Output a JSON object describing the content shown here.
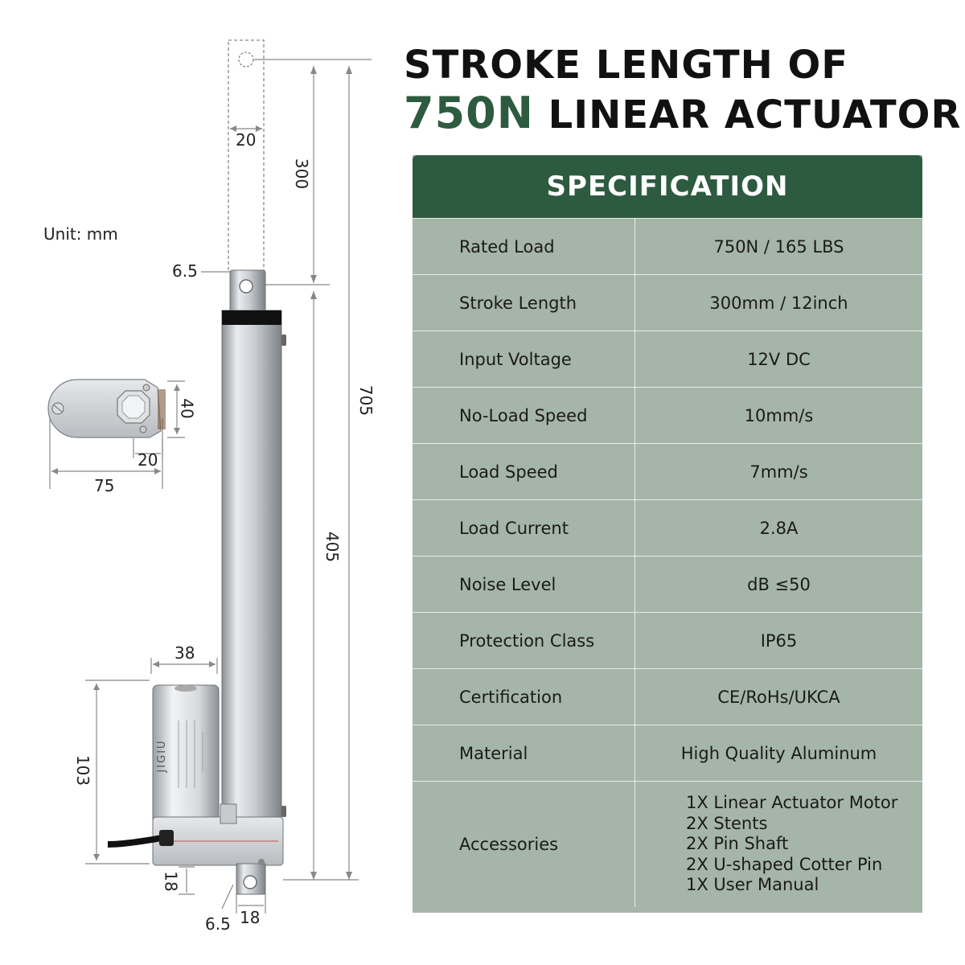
{
  "title": {
    "line1": "STROKE LENGTH OF",
    "accent": "750N",
    "line2_rest": "LINEAR ACTUATOR"
  },
  "colors": {
    "accent_green": "#2d5b3f",
    "table_body": "#a5b5a8"
  },
  "unit_label": "Unit: mm",
  "dimensions": {
    "rod_width": "20",
    "stroke": "300",
    "total_length": "705",
    "retracted": "405",
    "hole_top": "6.5",
    "bracket_height": "40",
    "bracket_hole": "20",
    "bracket_width": "75",
    "motor_width": "38",
    "motor_height": "103",
    "base_height": "18",
    "base_width": "18",
    "hole_bottom": "6.5"
  },
  "motor_brand": "JIGIU",
  "spec": {
    "header": "SPECIFICATION",
    "rows": [
      {
        "key": "Rated Load",
        "value": "750N / 165 LBS"
      },
      {
        "key": "Stroke Length",
        "value": "300mm / 12inch"
      },
      {
        "key": "Input Voltage",
        "value": "12V DC"
      },
      {
        "key": "No-Load Speed",
        "value": "10mm/s"
      },
      {
        "key": "Load Speed",
        "value": "7mm/s"
      },
      {
        "key": "Load Current",
        "value": "2.8A"
      },
      {
        "key": "Noise Level",
        "value": "dB ≤50"
      },
      {
        "key": "Protection Class",
        "value": "IP65"
      },
      {
        "key": "Certification",
        "value": "CE/RoHs/UKCA"
      },
      {
        "key": "Material",
        "value": "High Quality Aluminum"
      }
    ],
    "accessories": {
      "key": "Accessories",
      "items": [
        "1X Linear Actuator Motor",
        "2X Stents",
        "2X Pin Shaft",
        "2X U-shaped Cotter Pin",
        "1X User Manual"
      ]
    }
  }
}
